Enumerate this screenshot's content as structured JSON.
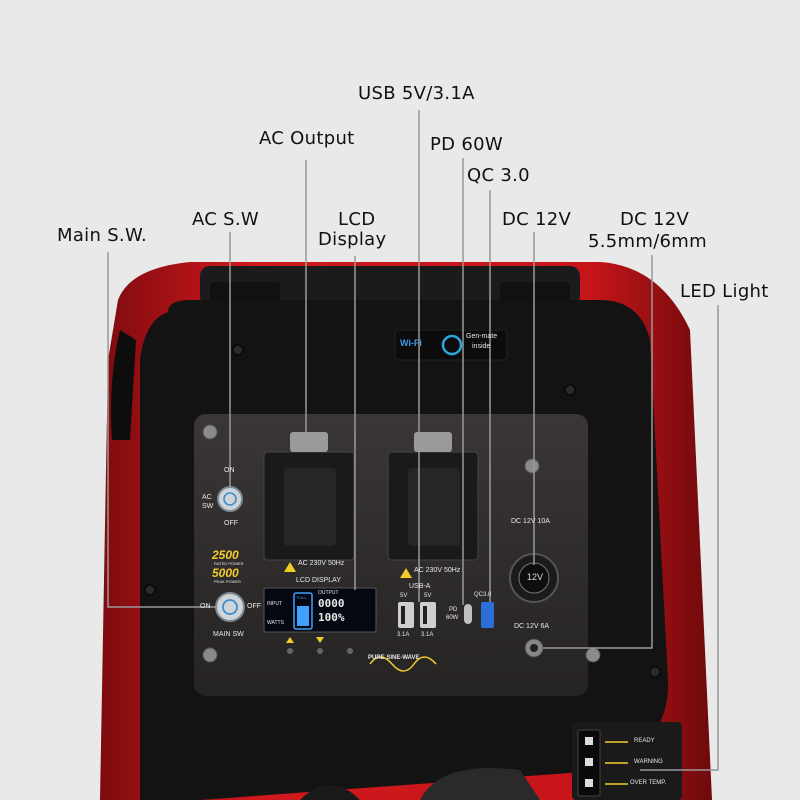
{
  "callouts": {
    "usb": "USB 5V/3.1A",
    "ac_output": "AC Output",
    "pd": "PD 60W",
    "qc": "QC 3.0",
    "main_sw": "Main S.W.",
    "ac_sw": "AC S.W",
    "lcd_1": "LCD",
    "lcd_2": "Display",
    "dc12": "DC 12V",
    "dc12_small_1": "DC 12V",
    "dc12_small_2": "5.5mm/6mm",
    "led": "LED Light"
  },
  "panel": {
    "wifi": "Wi-Fi",
    "genmate_1": "Gen-mate",
    "genmate_2": "inside",
    "on": "ON",
    "off": "OFF",
    "ac_sw_1": "AC",
    "ac_sw_2": "SW",
    "rated": "2500",
    "rated_sub": "RATED POWER",
    "peak": "5000",
    "peak_sub": "PEAK POWER",
    "main_sw_on": "ON",
    "main_sw_off": "OFF",
    "main_sw": "MAIN SW",
    "ac_rating_1": "AC 230V 50Hz",
    "ac_rating_2": "AC 230V 50Hz",
    "lcd_display": "LCD DISPLAY",
    "lcd_input": "INPUT",
    "lcd_output": "OUTPUT",
    "lcd_watts": "WATTS",
    "lcd_full": "FULL",
    "lcd_val1": "0000",
    "lcd_val2": "100%",
    "usb_a": "USB-A",
    "usb_5v_1": "5V",
    "usb_5v_2": "5V",
    "usb_31_1": "3.1A",
    "usb_31_2": "3.1A",
    "pd_1": "PD",
    "pd_2": "60W",
    "qc": "QC3.0",
    "dc12_10a": "DC 12V 10A",
    "dc12_6a": "DC 12V 6A",
    "socket12": "12V",
    "sine": "PURE SINE-WAVE",
    "ready": "READY",
    "warning": "WARNING",
    "overtemp": "OVER TEMP."
  },
  "colors": {
    "body_red": "#c8161b",
    "panel_black": "#131314",
    "faceplate": "#2e2b2b",
    "accent_yellow": "#f1cd2c",
    "lcd_blue": "#3fa0ff"
  }
}
